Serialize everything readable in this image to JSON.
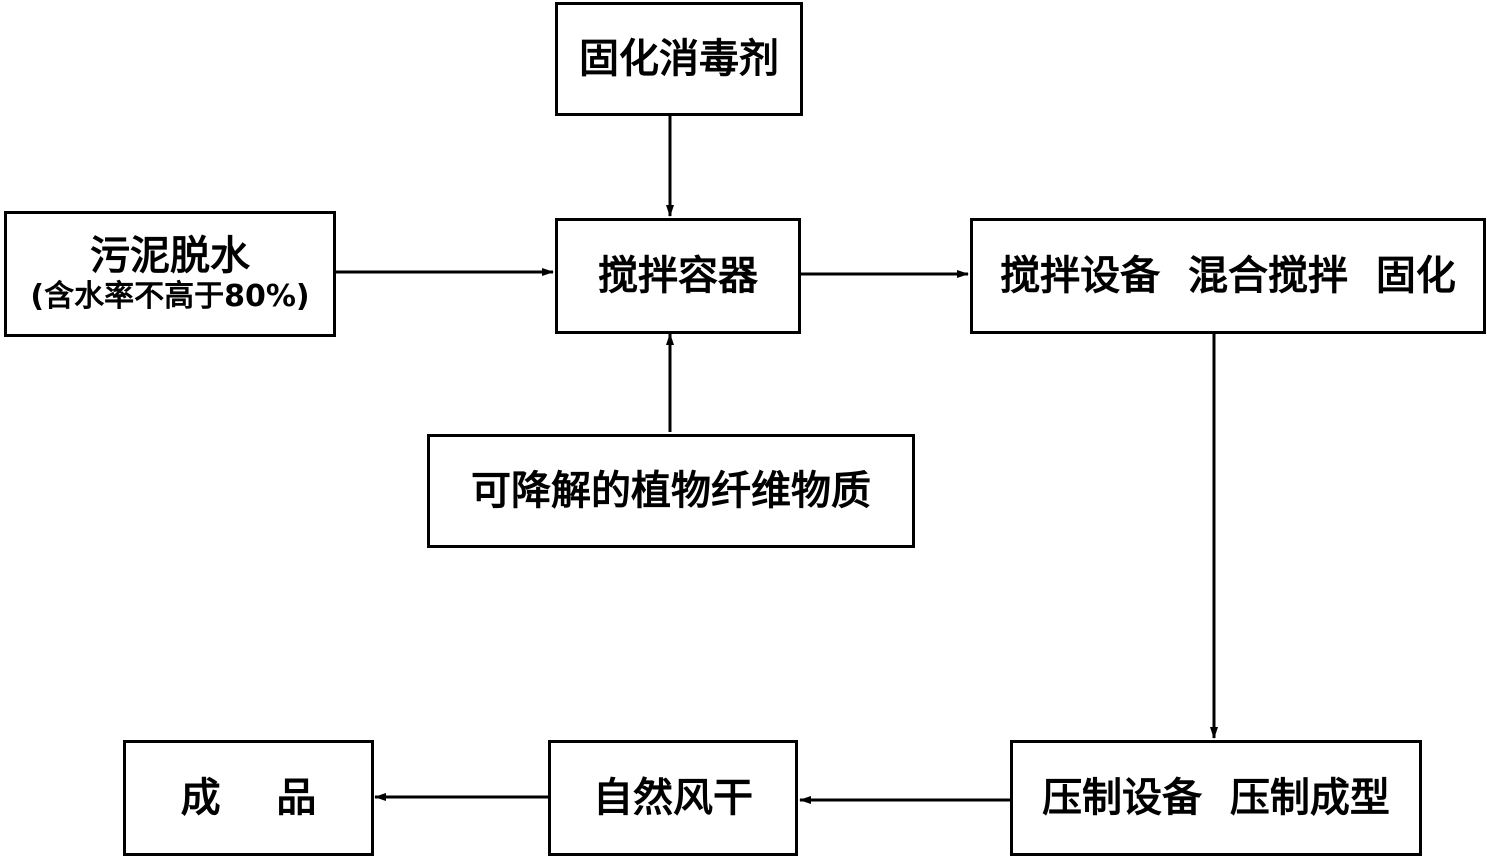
{
  "nodes": {
    "solidifier": {
      "label": "固化消毒剂"
    },
    "sludge": {
      "label": "污泥脱水",
      "sublabel": "(含水率不高于80%)"
    },
    "mixer_container": {
      "label": "搅拌容器"
    },
    "mixing_equipment": {
      "label": "搅拌设备  混合搅拌  固化"
    },
    "fiber": {
      "label": "可降解的植物纤维物质"
    },
    "press": {
      "label": "压制设备  压制成型"
    },
    "air_dry": {
      "label": "自然风干"
    },
    "product": {
      "label": "成    品"
    }
  },
  "edges": [
    {
      "from": "固化消毒剂",
      "to": "搅拌容器"
    },
    {
      "from": "污泥脱水",
      "to": "搅拌容器"
    },
    {
      "from": "可降解的植物纤维物质",
      "to": "搅拌容器"
    },
    {
      "from": "搅拌容器",
      "to": "搅拌设备  混合搅拌  固化"
    },
    {
      "from": "搅拌设备  混合搅拌  固化",
      "to": "压制设备  压制成型"
    },
    {
      "from": "压制设备  压制成型",
      "to": "自然风干"
    },
    {
      "from": "自然风干",
      "to": "成    品"
    }
  ]
}
